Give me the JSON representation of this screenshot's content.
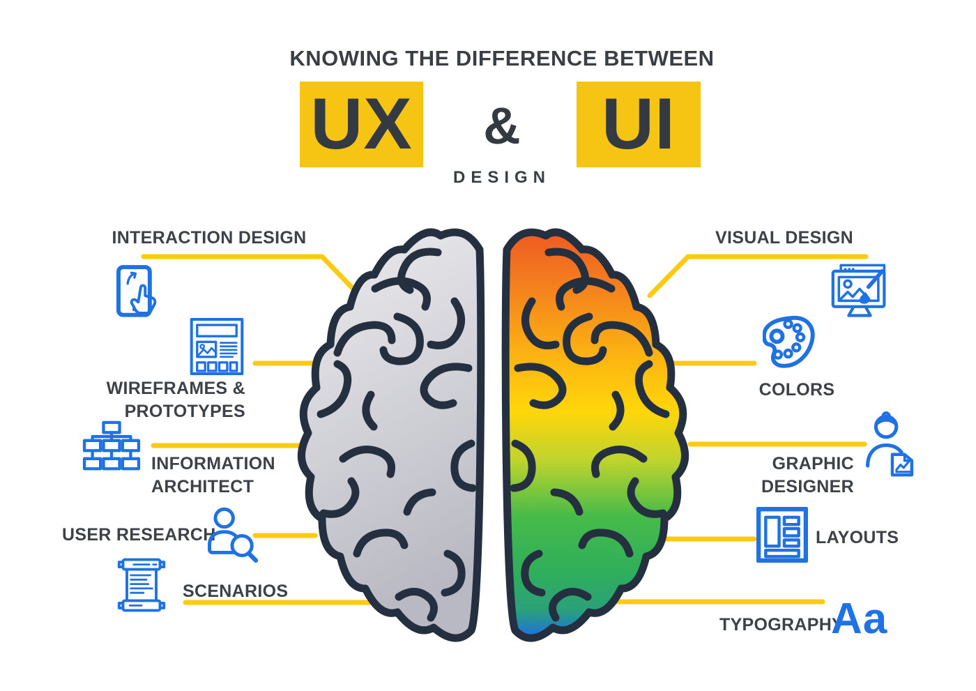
{
  "header": {
    "kicker": "KNOWING THE DIFFERENCE BETWEEN",
    "ux_label": "UX",
    "ampersand": "&",
    "ui_label": "UI",
    "subtitle": "DESIGN"
  },
  "left": {
    "side": "UX",
    "items": [
      {
        "id": "interaction-design",
        "label": "INTERACTION DESIGN",
        "icon": "tablet-touch-icon"
      },
      {
        "id": "wireframes-prototypes",
        "label": "WIREFRAMES &",
        "label2": "PROTOTYPES",
        "icon": "wireframe-icon"
      },
      {
        "id": "information-architect",
        "label": "INFORMATION",
        "label2": "ARCHITECT",
        "icon": "sitemap-icon"
      },
      {
        "id": "user-research",
        "label": "USER RESEARCH",
        "icon": "user-search-icon"
      },
      {
        "id": "scenarios",
        "label": "SCENARIOS",
        "icon": "scroll-icon"
      }
    ]
  },
  "right": {
    "side": "UI",
    "items": [
      {
        "id": "visual-design",
        "label": "VISUAL DESIGN",
        "icon": "monitor-paintbrush-icon"
      },
      {
        "id": "colors",
        "label": "COLORS",
        "icon": "palette-icon"
      },
      {
        "id": "graphic-designer",
        "label": "GRAPHIC",
        "label2": "DESIGNER",
        "icon": "designer-person-icon"
      },
      {
        "id": "layouts",
        "label": "LAYOUTS",
        "icon": "layout-grid-icon"
      },
      {
        "id": "typography",
        "label": "TYPOGRAPHY",
        "sample": "Aa",
        "icon": "typography-sample"
      }
    ]
  },
  "colors": {
    "accent_yellow": "#f6c513",
    "connector_yellow": "#fcca0e",
    "icon_blue": "#1f72e3",
    "ink": "#3d4248",
    "brain_outline": "#24303f",
    "brain_left_gray_top": "#ececef",
    "brain_left_gray_bottom": "#b9b9c3",
    "brain_right_orange": "#ef5a22",
    "brain_right_yellow": "#ffd60a",
    "brain_right_green": "#46bb49",
    "brain_right_blue": "#1d6fe4"
  }
}
